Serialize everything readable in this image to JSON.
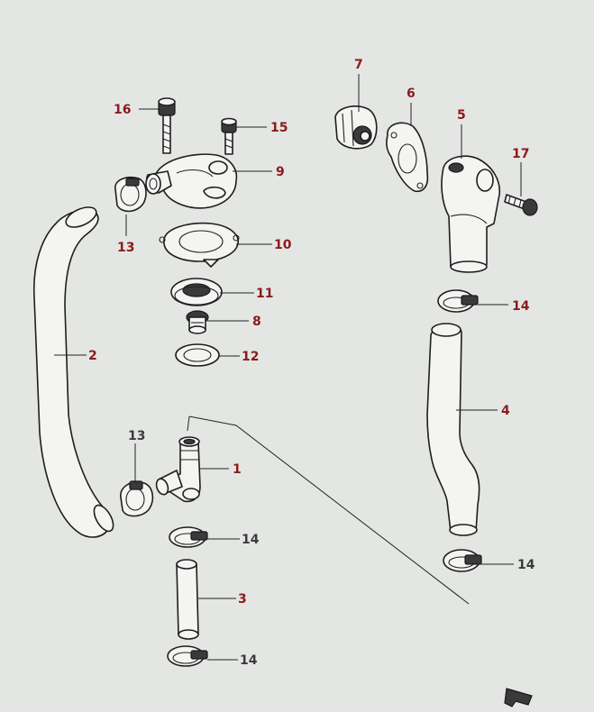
{
  "colors": {
    "background": "#e4e6e4",
    "line": "#1e1e1e",
    "callout_red": "#8b1a1a",
    "callout_dark": "#3b3b3b"
  },
  "callouts": [
    {
      "id": "c16",
      "text": "16",
      "color": "#8b1a1a"
    },
    {
      "id": "c15",
      "text": "15",
      "color": "#8b1a1a"
    },
    {
      "id": "c9",
      "text": "9",
      "color": "#8b1a1a"
    },
    {
      "id": "c13a",
      "text": "13",
      "color": "#8b1a1a"
    },
    {
      "id": "c10",
      "text": "10",
      "color": "#8b1a1a"
    },
    {
      "id": "c11",
      "text": "11",
      "color": "#8b1a1a"
    },
    {
      "id": "c8",
      "text": "8",
      "color": "#8b1a1a"
    },
    {
      "id": "c12",
      "text": "12",
      "color": "#8b1a1a"
    },
    {
      "id": "c2",
      "text": "2",
      "color": "#8b1a1a"
    },
    {
      "id": "c7",
      "text": "7",
      "color": "#8b1a1a"
    },
    {
      "id": "c6",
      "text": "6",
      "color": "#8b1a1a"
    },
    {
      "id": "c5",
      "text": "5",
      "color": "#8b1a1a"
    },
    {
      "id": "c17",
      "text": "17",
      "color": "#8b1a1a"
    },
    {
      "id": "c14a",
      "text": "14",
      "color": "#8b1a1a"
    },
    {
      "id": "c4",
      "text": "4",
      "color": "#8b1a1a"
    },
    {
      "id": "c13b",
      "text": "13",
      "color": "#3b3b3b"
    },
    {
      "id": "c1",
      "text": "1",
      "color": "#8b1a1a"
    },
    {
      "id": "c14b",
      "text": "14",
      "color": "#3b3b3b"
    },
    {
      "id": "c3",
      "text": "3",
      "color": "#8b1a1a"
    },
    {
      "id": "c14c",
      "text": "14",
      "color": "#3b3b3b"
    },
    {
      "id": "c14d",
      "text": "14",
      "color": "#3b3b3b"
    }
  ]
}
